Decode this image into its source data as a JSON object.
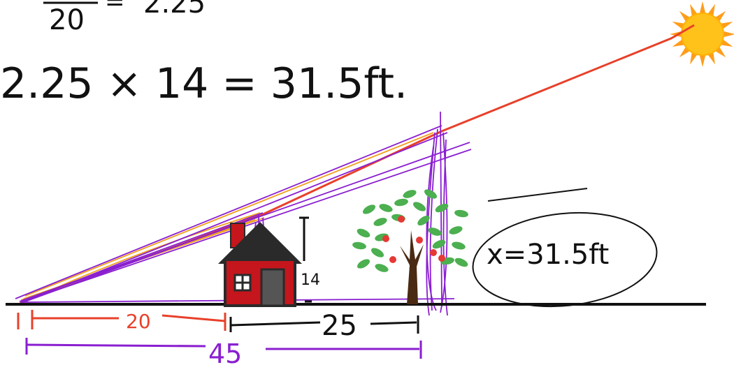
{
  "equations": {
    "ratio_partial_denominator": "20",
    "ratio_partial_result": "2.25",
    "multiplication": "2.25 × 14 = 31.5ft."
  },
  "labels": {
    "house_height": "14",
    "shadow_short": "20",
    "house_to_tree": "25",
    "shadow_total": "45",
    "answer": "x=31.5ft"
  },
  "colors": {
    "ground": "#111111",
    "sun_ray": "#e8402a",
    "construction_purple": "#8a1fd0",
    "construction_orange": "#f0a020",
    "measure_red": "#e8402a",
    "sun_core": "#ffc21a",
    "sun_rays": "#ff9d1a",
    "house_wall": "#c4161c",
    "house_roof": "#2a2a2a",
    "tree_trunk": "#4a2a12",
    "tree_leaves": "#4caf50",
    "tree_fruit": "#e53935"
  },
  "icons": [
    "sun-icon",
    "house-icon",
    "tree-icon"
  ]
}
